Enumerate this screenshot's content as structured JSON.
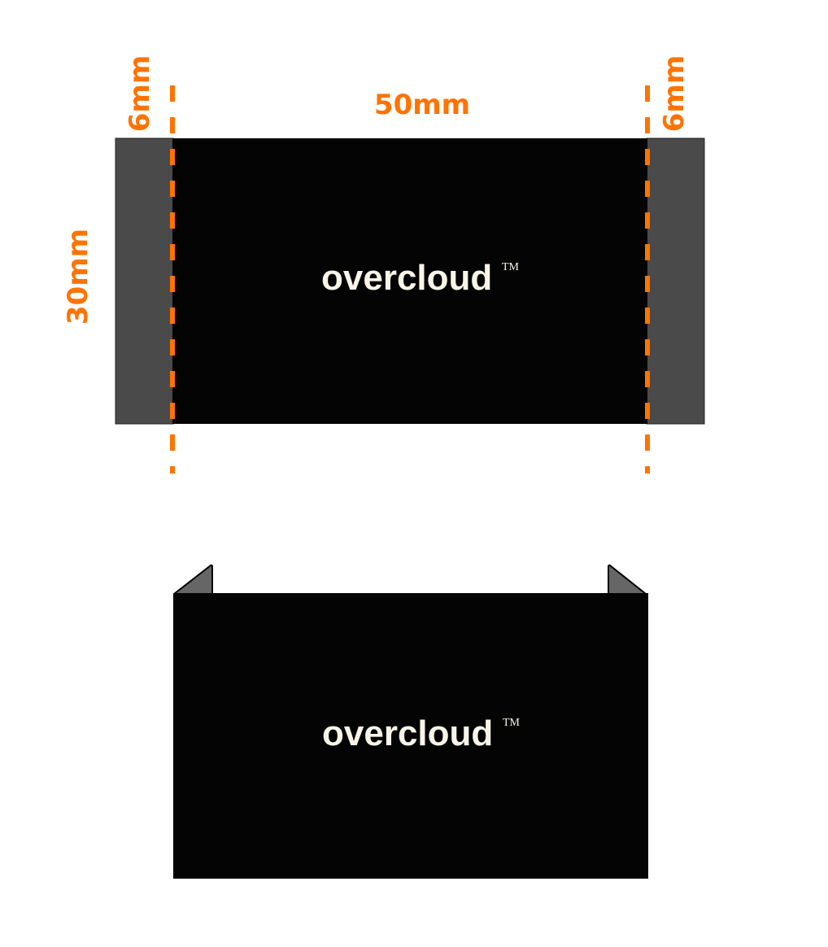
{
  "labels": {
    "left_flap": "6mm",
    "right_flap": "6mm",
    "width": "50mm",
    "height": "30mm"
  },
  "logo": {
    "text": "overcloud",
    "trademark": "TM"
  },
  "colors": {
    "dimension": "#ff7300",
    "label_body": "#040404",
    "flap": "#4a4a4a",
    "folded_flap": "#666666",
    "logo_text": "#f8f5e8"
  }
}
